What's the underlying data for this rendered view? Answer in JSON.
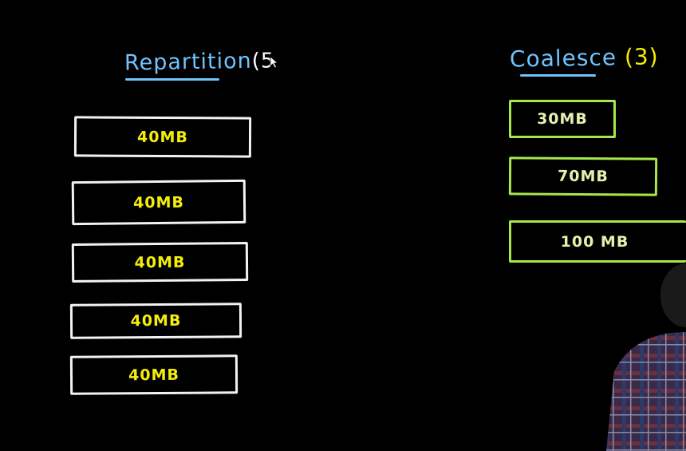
{
  "left_column": {
    "heading": "Repartition",
    "heading_suffix": "(5",
    "partitions": [
      {
        "label": "40MB"
      },
      {
        "label": "40MB"
      },
      {
        "label": "40MB"
      },
      {
        "label": "40MB"
      },
      {
        "label": "40MB"
      }
    ]
  },
  "right_column": {
    "heading": "Coalesce",
    "heading_count": "(3)",
    "partitions": [
      {
        "label": "30MB"
      },
      {
        "label": "70MB"
      },
      {
        "label": "100 MB"
      }
    ]
  },
  "colors": {
    "background": "#000000",
    "heading_blue": "#6fc3ff",
    "box_white": "#f2f2f2",
    "box_green": "#a6e84a",
    "label_yellow": "#f3ee0a"
  },
  "icons": {
    "cursor": "mouse-cursor-icon",
    "presenter": "presenter-person-icon"
  }
}
